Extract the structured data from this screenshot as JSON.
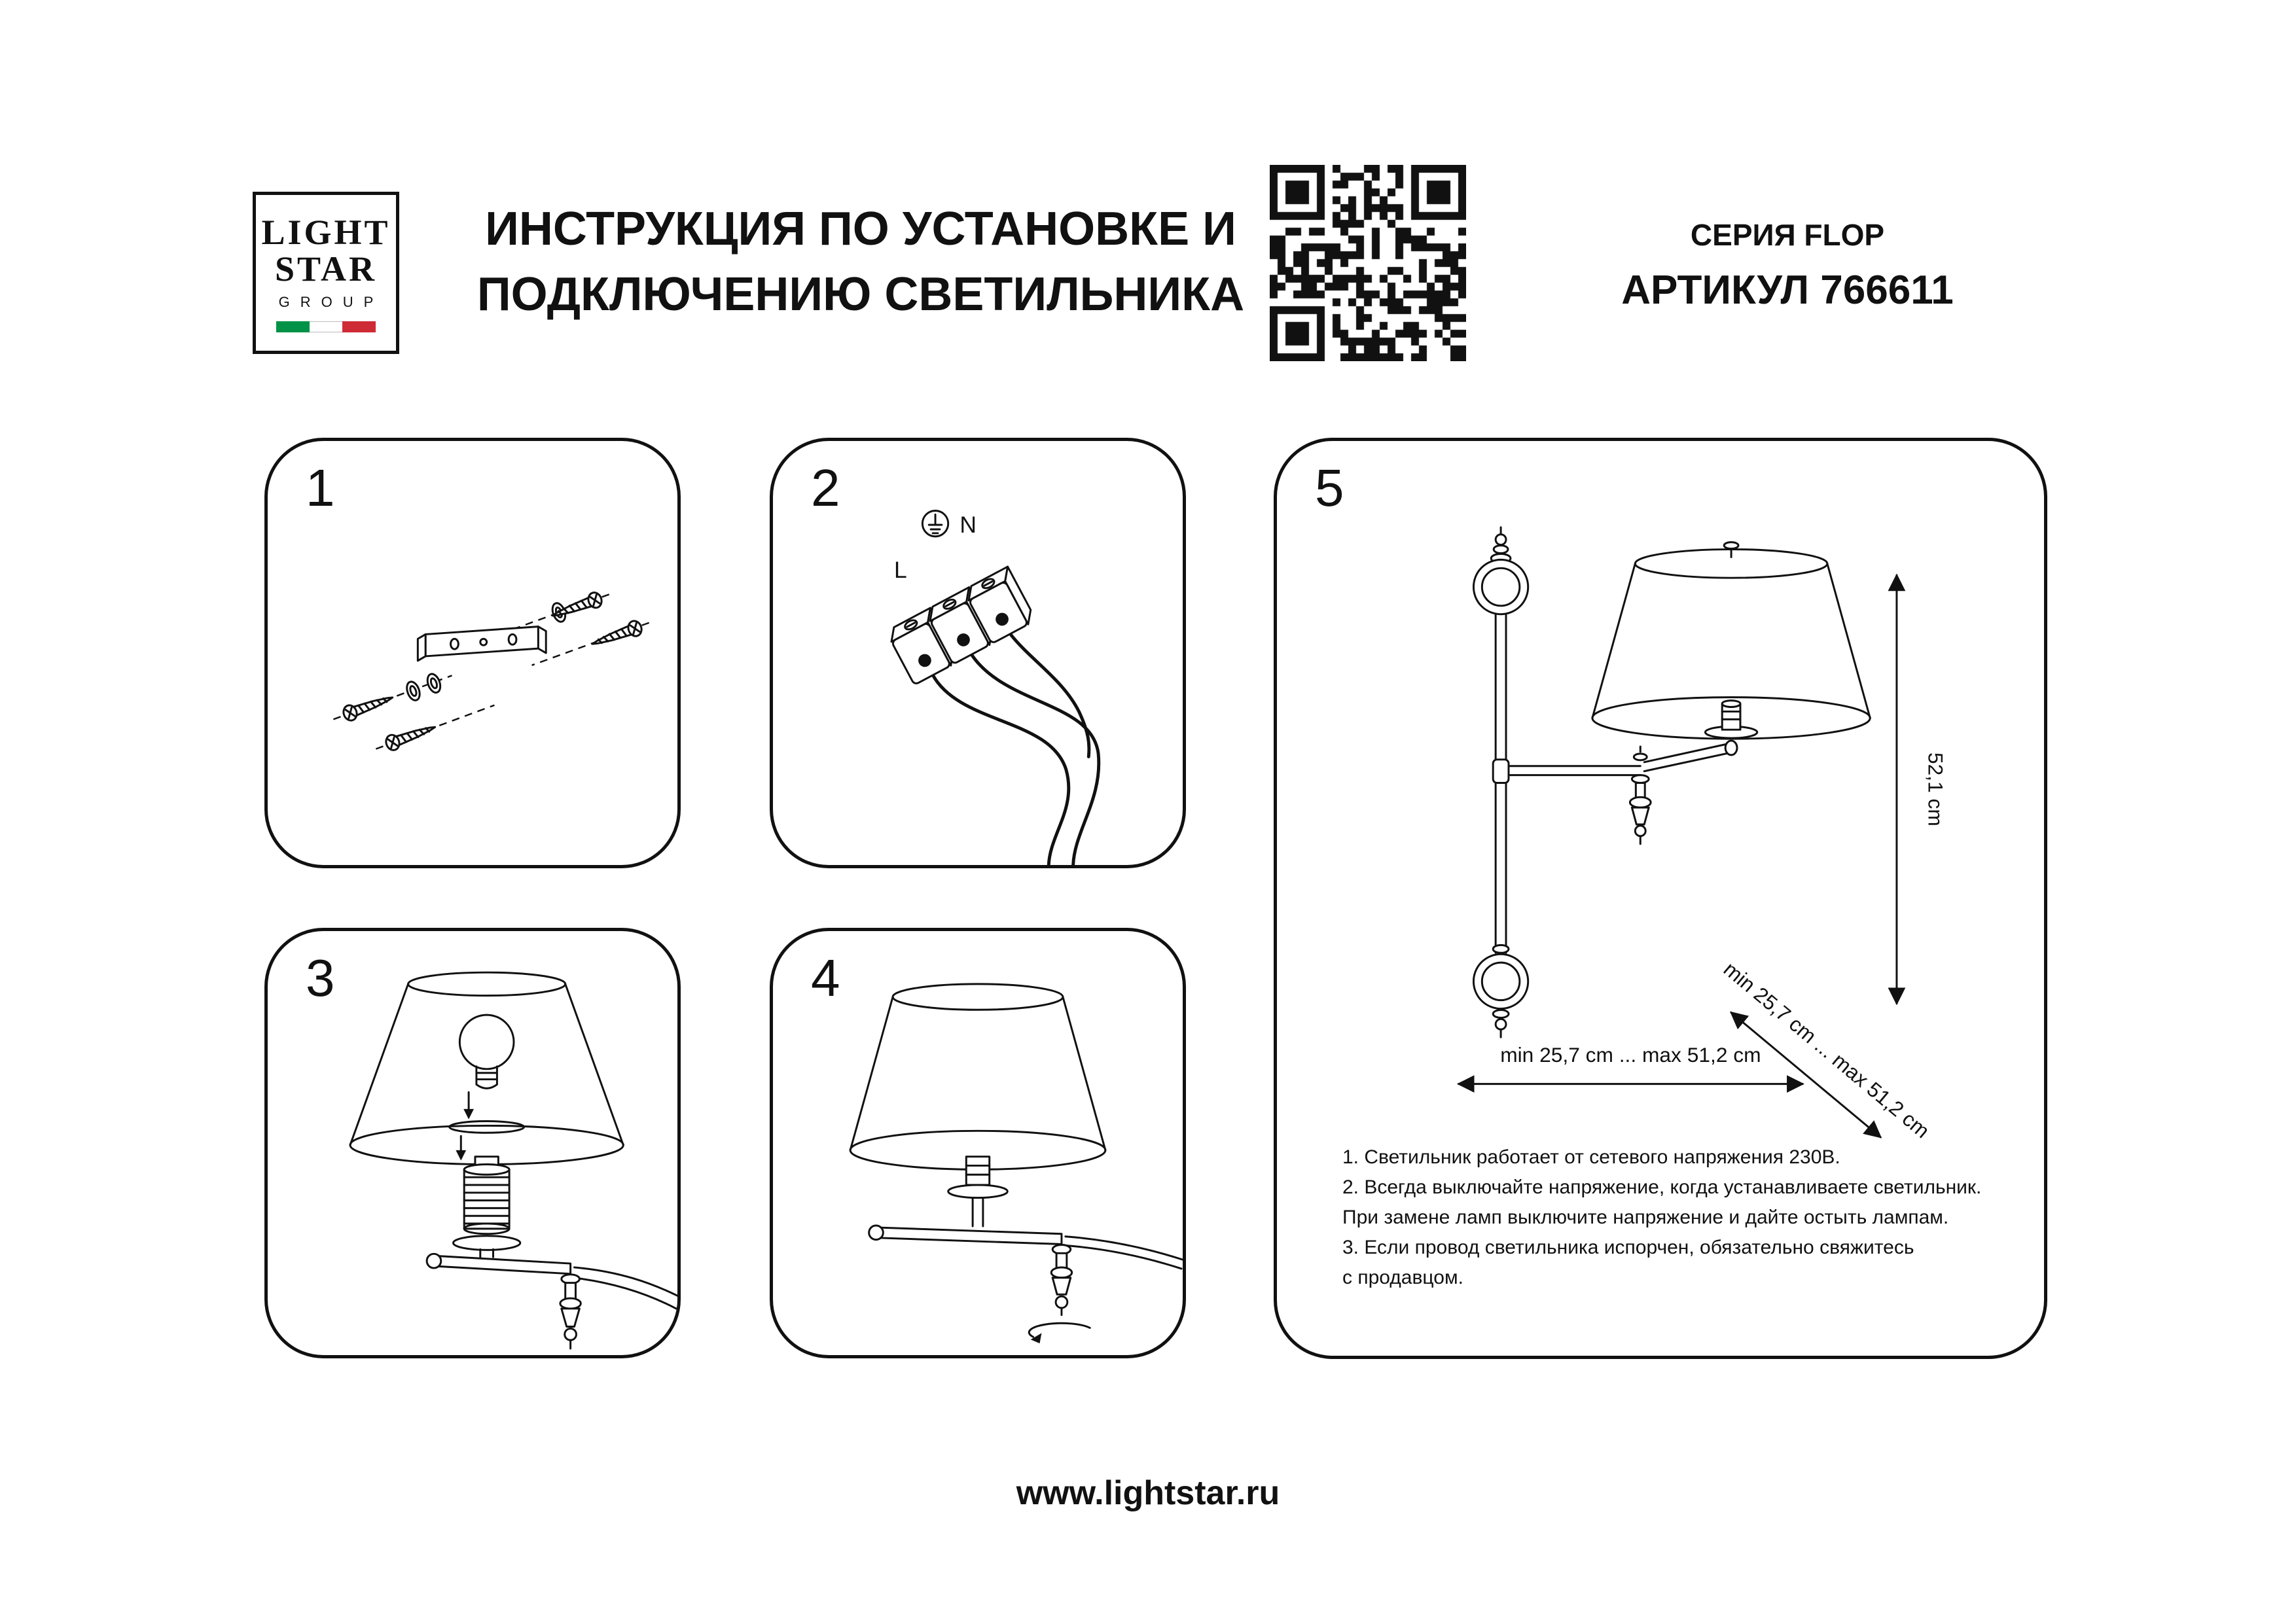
{
  "colors": {
    "ink": "#111111",
    "flag_green": "#009246",
    "flag_white": "#ffffff",
    "flag_red": "#ce2b37"
  },
  "logo": {
    "line1": "LIGHT",
    "line2": "STAR",
    "line3": "GROUP"
  },
  "header": {
    "title_line1": "ИНСТРУКЦИЯ ПО УСТАНОВКЕ И",
    "title_line2": "ПОДКЛЮЧЕНИЮ СВЕТИЛЬНИКА",
    "series": "СЕРИЯ FLOP",
    "article": "АРТИКУЛ 766611"
  },
  "panels": {
    "step1": {
      "number": "1"
    },
    "step2": {
      "number": "2",
      "terminal_n": "N",
      "terminal_l": "L"
    },
    "step3": {
      "number": "3"
    },
    "step4": {
      "number": "4"
    },
    "step5": {
      "number": "5",
      "dim_vertical": "52,1 cm",
      "dim_horizontal": "min 25,7 cm ... max 51,2 cm",
      "dim_diagonal": "min 25,7 cm ... max 51,2 cm",
      "notes": [
        "1. Светильник работает от сетевого напряжения 230В.",
        "2. Всегда выключайте напряжение, когда устанавливаете светильник.",
        "При замене ламп выключите напряжение и дайте остыть лампам.",
        "3. Если провод светильника испорчен, обязательно свяжитесь",
        "с продавцом."
      ]
    }
  },
  "footer": {
    "website": "www.lightstar.ru"
  }
}
